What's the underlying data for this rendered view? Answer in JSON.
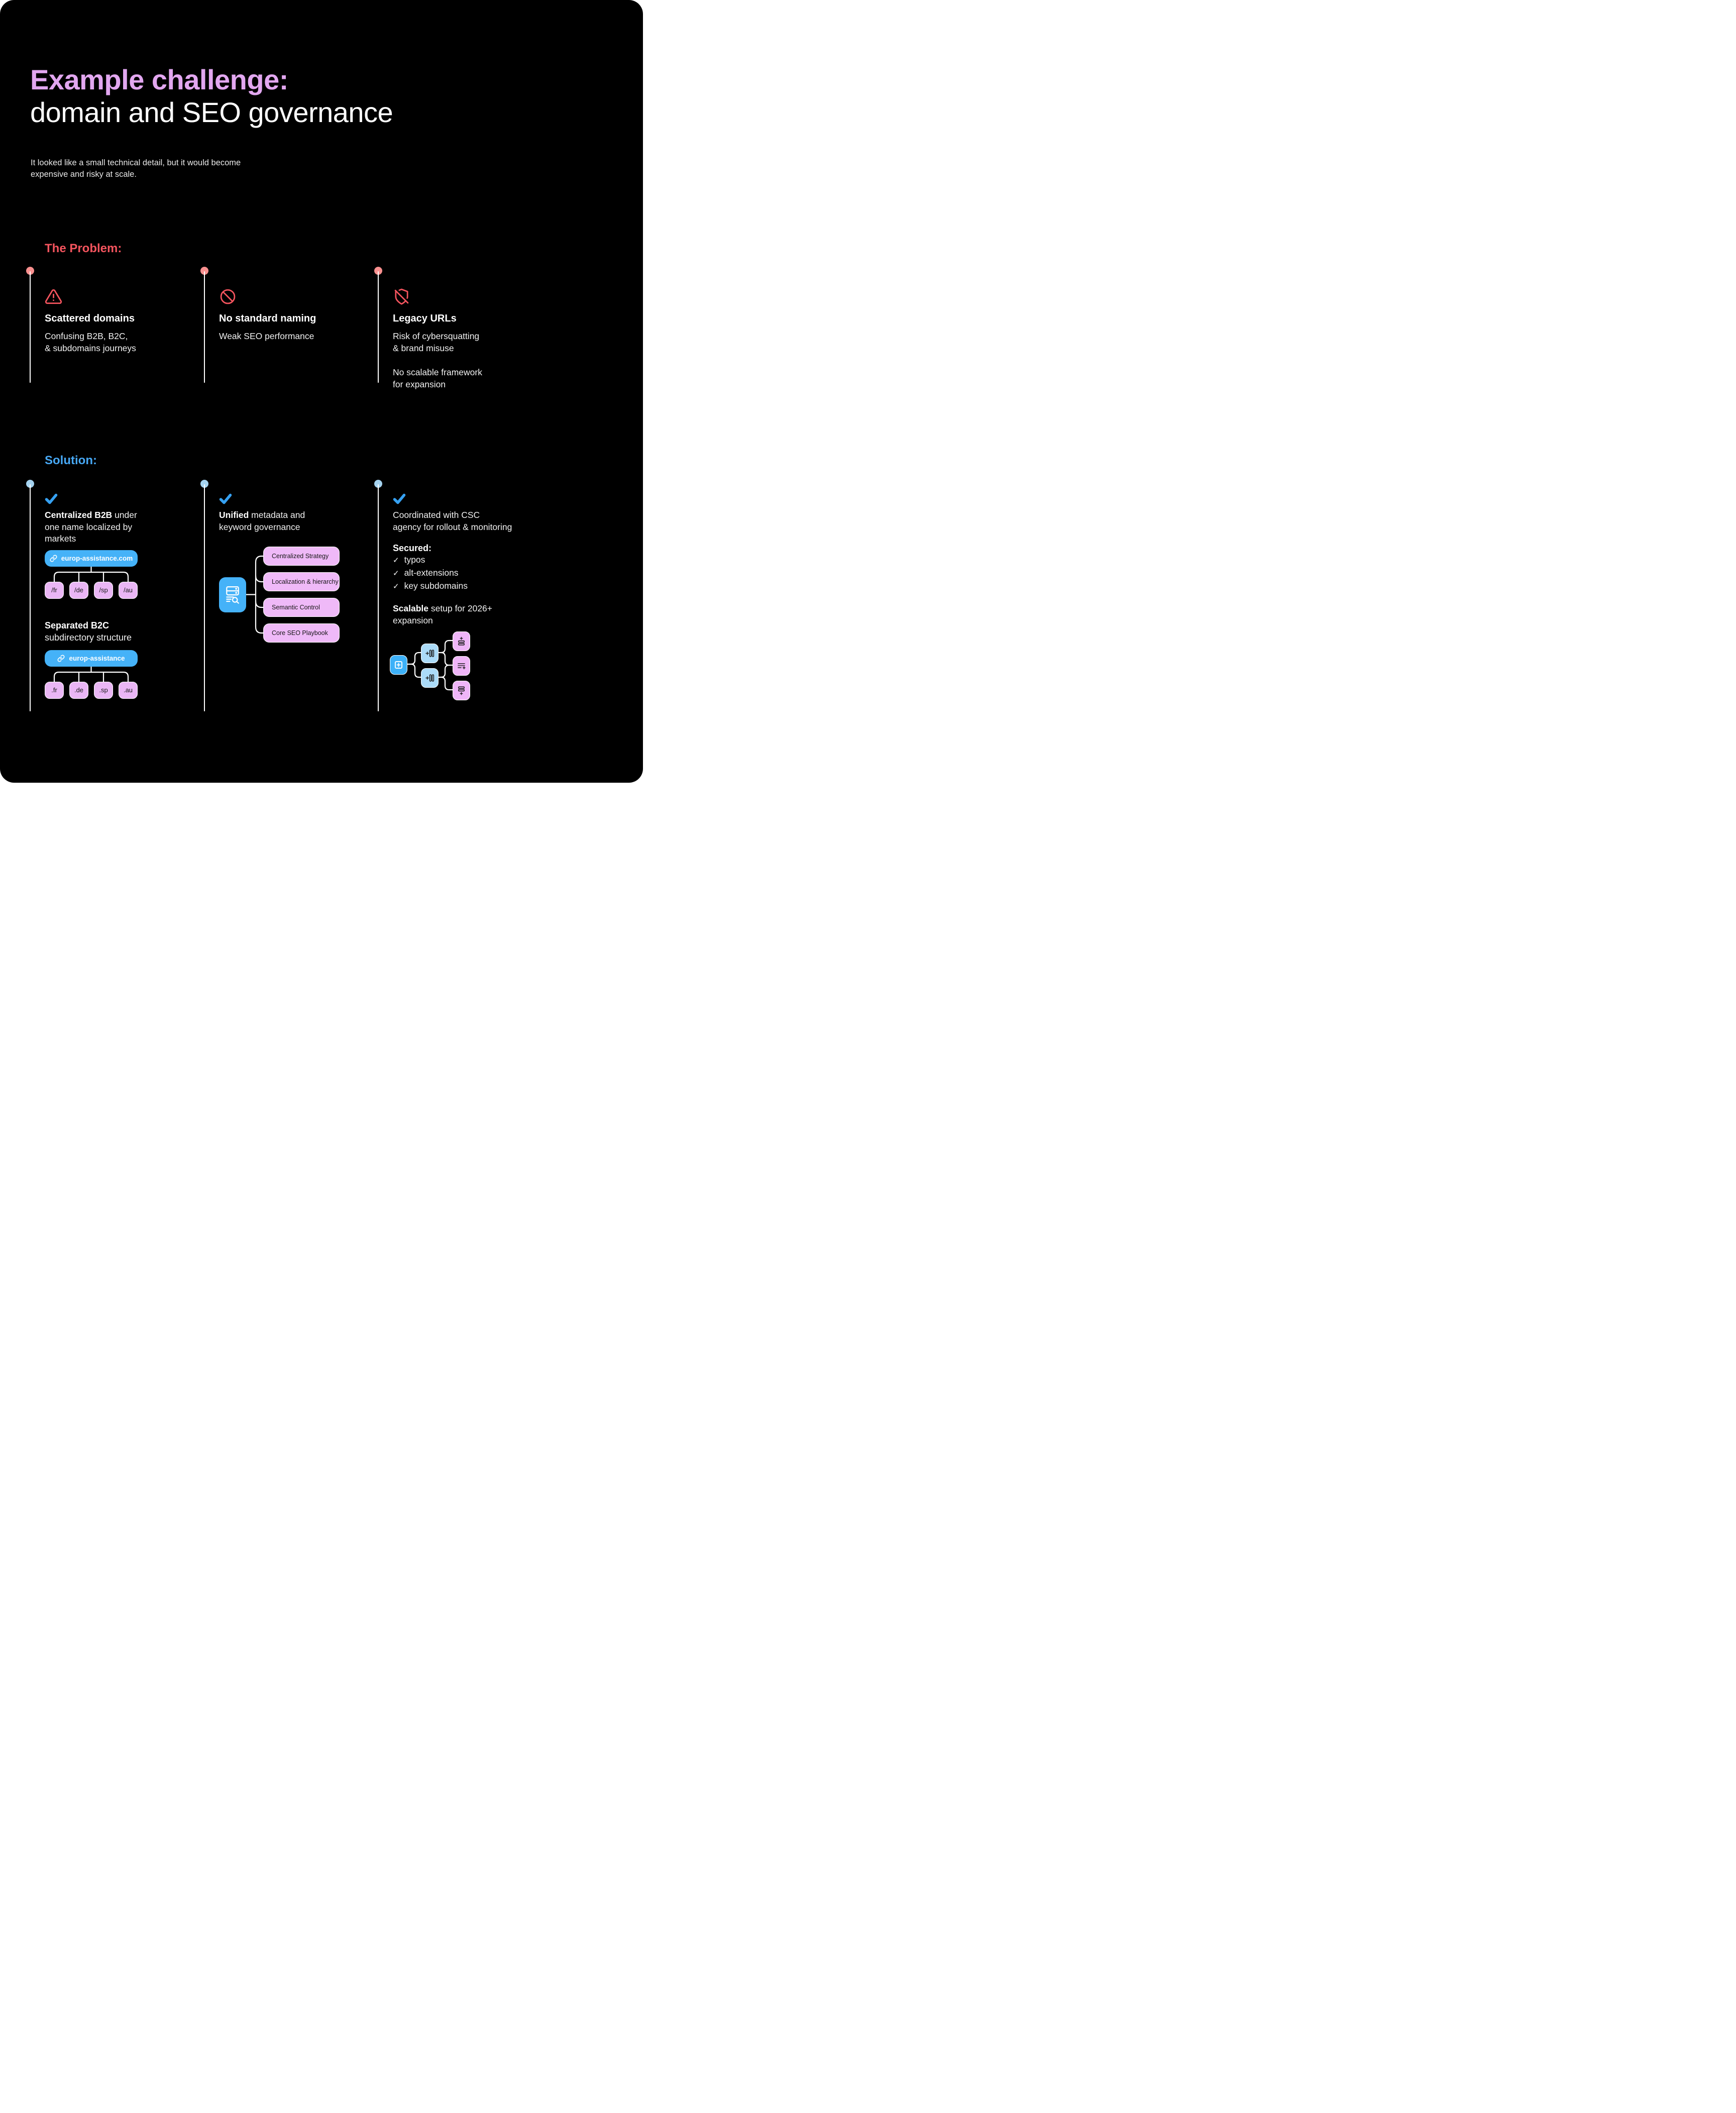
{
  "colors": {
    "page_bg": "#ffffff",
    "card_bg": "#000000",
    "title_accent": "#e2a7f0",
    "problem_accent": "#f4545e",
    "problem_dot": "#f9908f",
    "solution_accent": "#47a8f5",
    "solution_dot": "#a5d3f0",
    "check_blue": "#36a1f2",
    "node_blue": "#45b2f8",
    "node_blue_light": "#abdbf8",
    "node_pink": "#efb9f8",
    "connector_white": "#ffffff"
  },
  "icons": {
    "alert": "warning-triangle",
    "ban": "no-entry-circle-slash",
    "shield_off": "shield-with-slash",
    "check": "checkmark",
    "link": "chain-link",
    "metadata": "server-with-search",
    "add": "plus-in-square",
    "add_columns": "plus-with-two-columns",
    "add_row_above": "plus-over-rows",
    "add_list": "lines-with-plus",
    "add_row_below": "rows-with-plus-below"
  },
  "header": {
    "title_accent": "Example challenge:",
    "title_rest": "domain and SEO governance",
    "subtitle": "It looked like a small technical detail, but it would become\nexpensive and risky at scale."
  },
  "problem": {
    "heading": "The Problem:",
    "items": [
      {
        "icon": "alert-triangle-icon",
        "title": "Scattered domains",
        "paragraphs": [
          "Confusing B2B, B2C,\n& subdomains journeys"
        ]
      },
      {
        "icon": "ban-icon",
        "title": "No standard naming",
        "paragraphs": [
          "Weak SEO performance"
        ]
      },
      {
        "icon": "shield-off-icon",
        "title": "Legacy URLs",
        "paragraphs": [
          "Risk of cybersquatting\n& brand misuse",
          "No scalable framework\nfor expansion"
        ]
      }
    ]
  },
  "solution": {
    "heading": "Solution:",
    "check_glyph": "✓",
    "col1": {
      "lead_bold": "Centralized B2B",
      "lead_rest": " under\none name localized by\nmarkets",
      "pill1": "europ-assistance.com",
      "tree1": [
        "/fr",
        "/de",
        "/sp",
        "/au"
      ],
      "heading2_bold": "Separated B2C",
      "heading2_rest": "\nsubdirectory structure",
      "pill2": "europ-assistance",
      "tree2": [
        ".fr",
        ".de",
        ".sp",
        ".au"
      ]
    },
    "col2": {
      "lead_bold": "Unified",
      "lead_rest": " metadata and\nkeyword governance",
      "nodes": [
        "Centralized Strategy",
        "Localization & hierarchy",
        "Semantic Control",
        "Core SEO Playbook"
      ]
    },
    "col3": {
      "lead": "Coordinated with CSC\nagency for rollout & monitoring",
      "secured_label": "Secured:",
      "secured_items": [
        "typos",
        "alt-extensions",
        "key subdomains"
      ],
      "scalable_bold": "Scalable",
      "scalable_rest": " setup for 2026+\nexpansion"
    }
  }
}
